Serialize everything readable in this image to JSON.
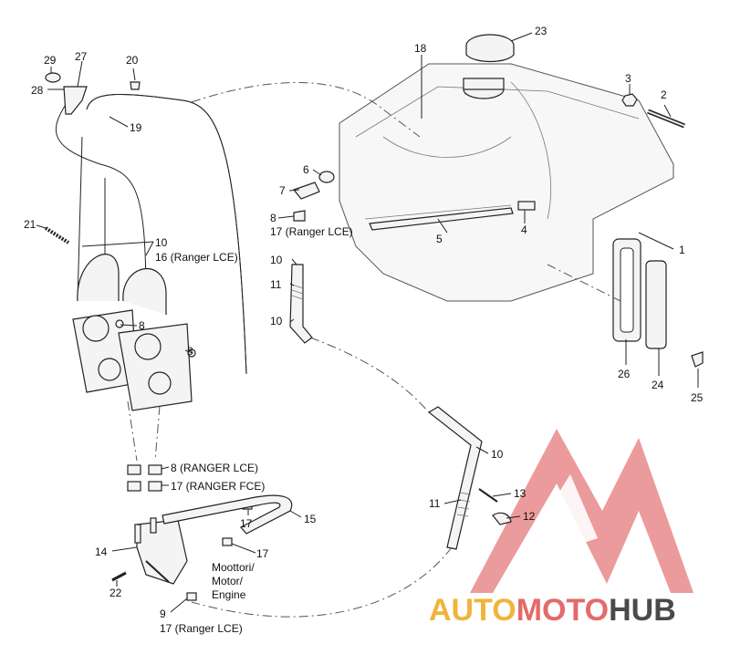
{
  "callouts": {
    "n1": "1",
    "n2": "2",
    "n3": "3",
    "n4": "4",
    "n5": "5",
    "n6": "6",
    "n7": "7",
    "n8": "8",
    "n8b": "8",
    "n8c": "8",
    "n8d": "8 (RANGER LCE)",
    "n9": "9",
    "n10a": "10",
    "n10b": "10",
    "n10c": "10",
    "n10d": "10",
    "n11a": "11",
    "n11b": "11",
    "n12": "12",
    "n13": "13",
    "n14": "14",
    "n15": "15",
    "n16": "16 (Ranger LCE)",
    "n17a": "17 (Ranger LCE)",
    "n17b": "17 (RANGER FCE)",
    "n17c": "17",
    "n17d": "17",
    "n17e": "17 (Ranger LCE)",
    "n18": "18",
    "n19": "19",
    "n20": "20",
    "n21": "21",
    "n22": "22",
    "n23": "23",
    "n24": "24",
    "n25": "25",
    "n26": "26",
    "n27": "27",
    "n28": "28",
    "n29": "29"
  },
  "engine_note": [
    "Moottori/",
    "Motor/",
    "Engine"
  ],
  "logo": {
    "word_part1": "AUTO",
    "word_part2": "MOTO",
    "word_part3": "HUB",
    "color1": "#f0b43c",
    "color2": "#e46a6a",
    "color3": "#4a4a4a"
  }
}
